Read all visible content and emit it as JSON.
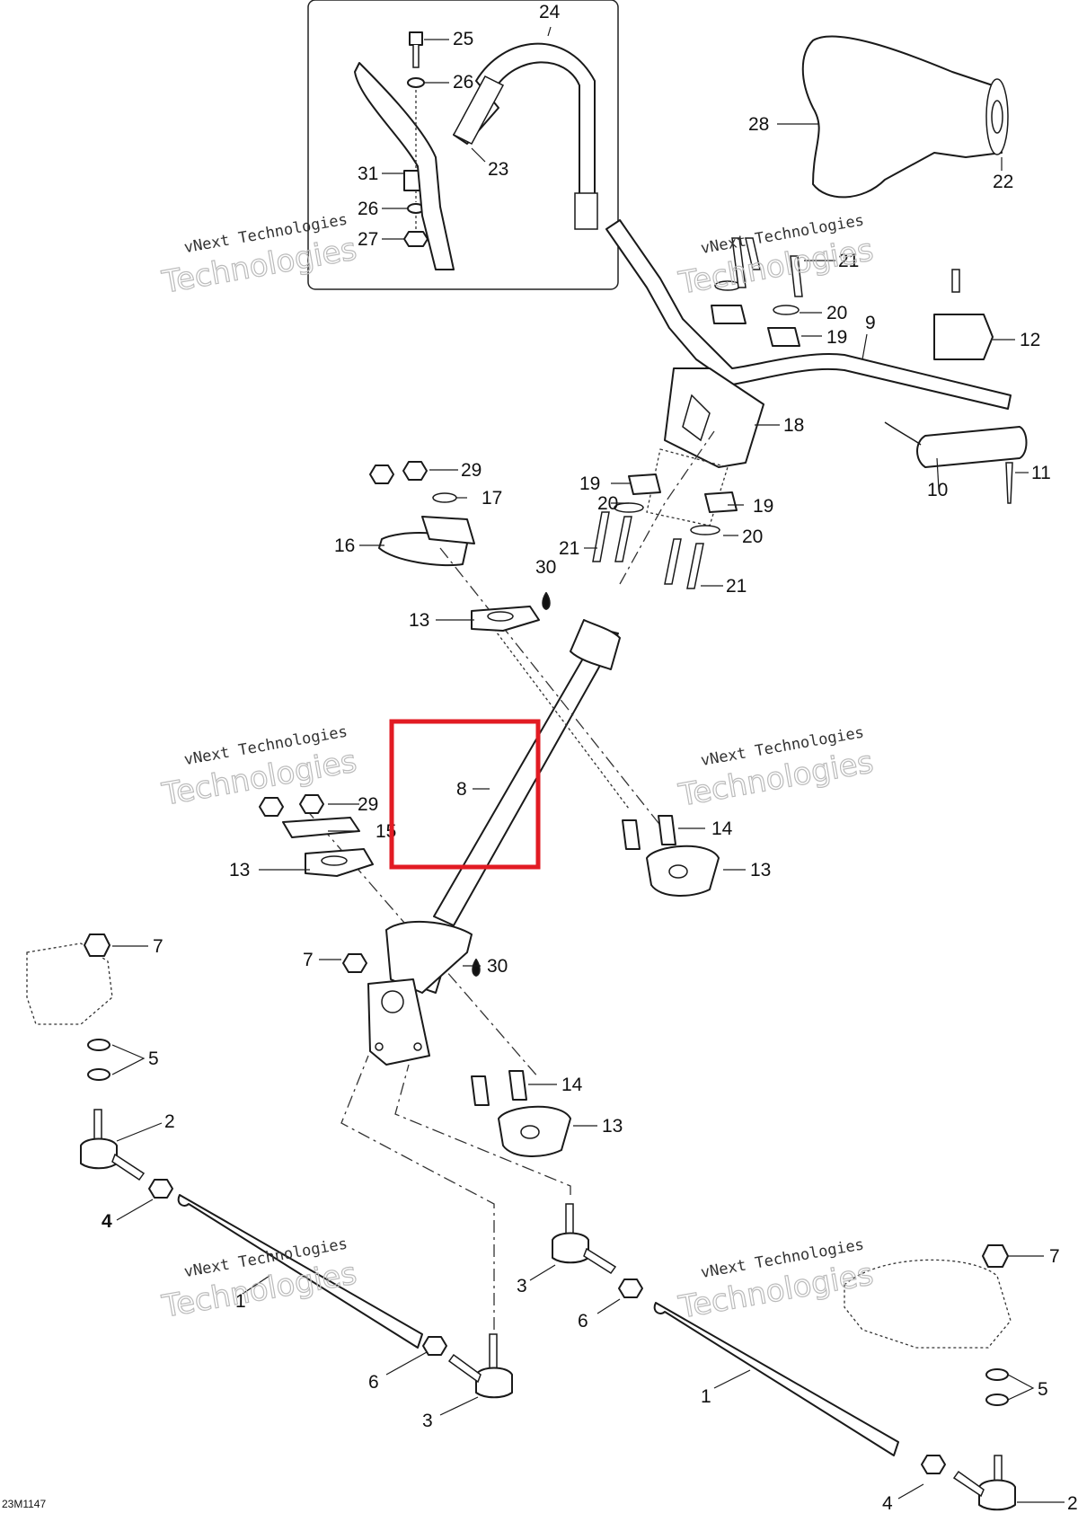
{
  "diagram": {
    "reference_code": "23M1147",
    "watermark": {
      "line1": "vNext Technologies",
      "line2": "Technologies"
    },
    "highlight_color": "#e21b23",
    "callouts": [
      {
        "id": "c24",
        "label": "24"
      },
      {
        "id": "c25",
        "label": "25"
      },
      {
        "id": "c26a",
        "label": "26"
      },
      {
        "id": "c23",
        "label": "23"
      },
      {
        "id": "c31",
        "label": "31"
      },
      {
        "id": "c26b",
        "label": "26"
      },
      {
        "id": "c27",
        "label": "27"
      },
      {
        "id": "c28",
        "label": "28"
      },
      {
        "id": "c22",
        "label": "22"
      },
      {
        "id": "c21a",
        "label": "21"
      },
      {
        "id": "c20a",
        "label": "20"
      },
      {
        "id": "c19a",
        "label": "19"
      },
      {
        "id": "c9",
        "label": "9"
      },
      {
        "id": "c12",
        "label": "12"
      },
      {
        "id": "c18",
        "label": "18"
      },
      {
        "id": "c29a",
        "label": "29"
      },
      {
        "id": "c17",
        "label": "17"
      },
      {
        "id": "c19b",
        "label": "19"
      },
      {
        "id": "c19c",
        "label": "19"
      },
      {
        "id": "c20b",
        "label": "20"
      },
      {
        "id": "c20c",
        "label": "20"
      },
      {
        "id": "c21b",
        "label": "21"
      },
      {
        "id": "c21c",
        "label": "21"
      },
      {
        "id": "c16",
        "label": "16"
      },
      {
        "id": "c30a",
        "label": "30"
      },
      {
        "id": "c10",
        "label": "10"
      },
      {
        "id": "c11",
        "label": "11"
      },
      {
        "id": "c13a",
        "label": "13"
      },
      {
        "id": "c8",
        "label": "8"
      },
      {
        "id": "c29b",
        "label": "29"
      },
      {
        "id": "c15",
        "label": "15"
      },
      {
        "id": "c14a",
        "label": "14"
      },
      {
        "id": "c13b",
        "label": "13"
      },
      {
        "id": "c13c",
        "label": "13"
      },
      {
        "id": "c7a",
        "label": "7"
      },
      {
        "id": "c7b",
        "label": "7"
      },
      {
        "id": "c30b",
        "label": "30"
      },
      {
        "id": "c5a",
        "label": "5"
      },
      {
        "id": "c14b",
        "label": "14"
      },
      {
        "id": "c13d",
        "label": "13"
      },
      {
        "id": "c2a",
        "label": "2"
      },
      {
        "id": "c4a",
        "label": "4"
      },
      {
        "id": "c1a",
        "label": "1"
      },
      {
        "id": "c3a",
        "label": "3"
      },
      {
        "id": "c6a",
        "label": "6"
      },
      {
        "id": "c7c",
        "label": "7"
      },
      {
        "id": "c6b",
        "label": "6"
      },
      {
        "id": "c3b",
        "label": "3"
      },
      {
        "id": "c1b",
        "label": "1"
      },
      {
        "id": "c5b",
        "label": "5"
      },
      {
        "id": "c4b",
        "label": "4"
      },
      {
        "id": "c2b",
        "label": "2"
      }
    ]
  }
}
